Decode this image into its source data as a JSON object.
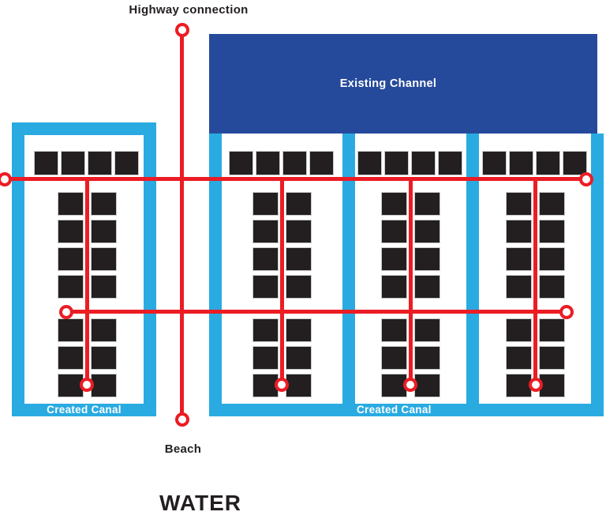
{
  "title": "WATER",
  "labels": {
    "highway": "Highway connection",
    "beach": "Beach",
    "existing_channel": "Existing Channel",
    "created_canal_west": "Created Canal",
    "created_canal_east": "Created Canal"
  },
  "colors": {
    "canal": "#29ABE2",
    "channel": "#264A9B",
    "road": "#EC1C24",
    "building": "#231F20",
    "building_outline": "#C9CACB",
    "background": "#FFFFFF",
    "label_on_canal": "#FFFFFF",
    "text": "#231F20"
  },
  "blocks": [
    {
      "id": "canal-block-west",
      "top_row_squares": 4,
      "columns": 2,
      "rows_above_cross_road": 4,
      "rows_below_cross_road": 3
    },
    {
      "id": "canal-block-2",
      "top_row_squares": 4,
      "columns": 2,
      "rows_above_cross_road": 4,
      "rows_below_cross_road": 3
    },
    {
      "id": "canal-block-3",
      "top_row_squares": 4,
      "columns": 2,
      "rows_above_cross_road": 4,
      "rows_below_cross_road": 3
    },
    {
      "id": "canal-block-east",
      "top_row_squares": 4,
      "columns": 2,
      "rows_above_cross_road": 4,
      "rows_below_cross_road": 3
    }
  ]
}
